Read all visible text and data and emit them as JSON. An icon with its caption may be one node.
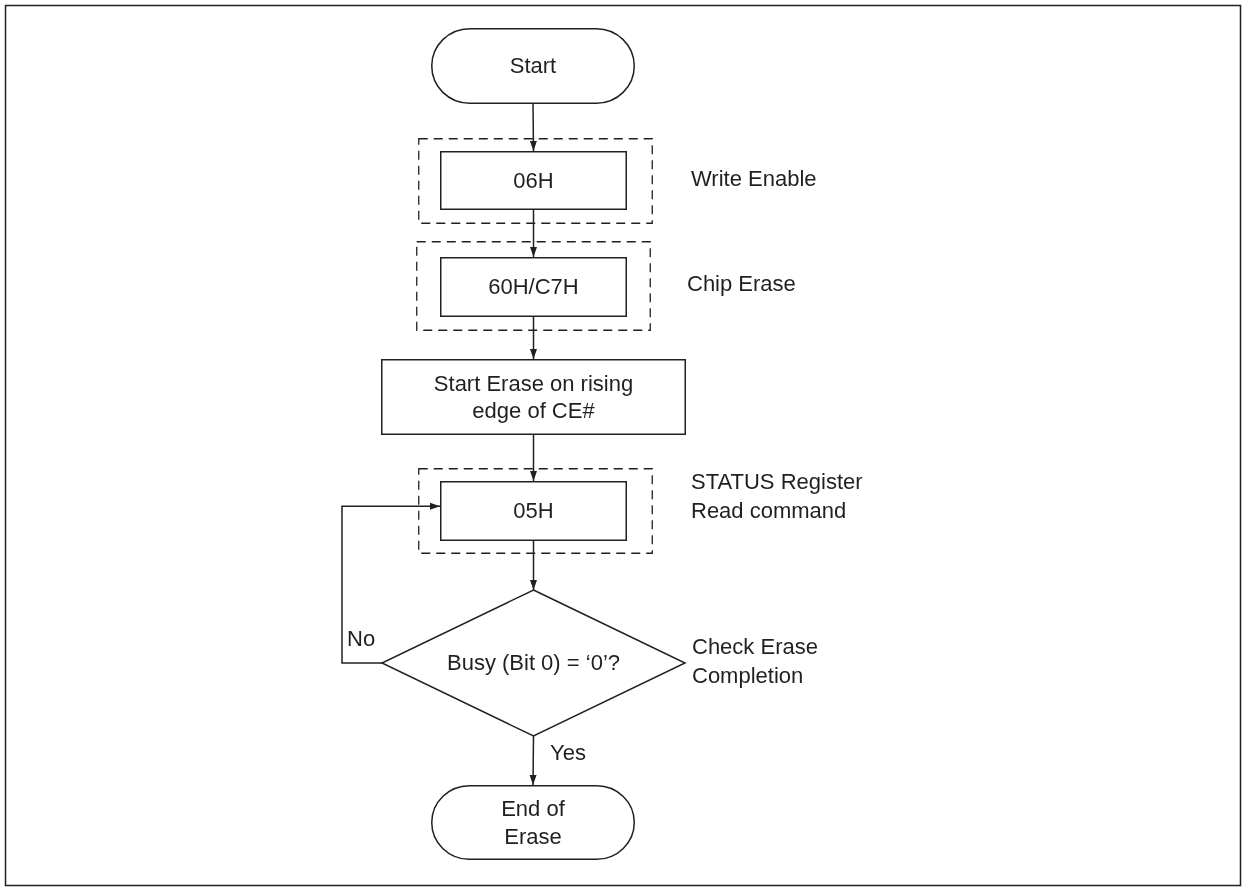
{
  "diagram": {
    "nodes": [
      {
        "text": [
          "Start"
        ]
      },
      {
        "text": [],
        "shape": "box",
        "beside": [
          "Write Enable"
        ]
      },
      {
        "text": [
          "06H"
        ],
        "in": 1
      },
      {
        "text": [],
        "shape": "box",
        "beside": [
          "Chip Erase"
        ]
      },
      {
        "text": [
          "60H/C7H"
        ],
        "in": 3
      },
      {
        "text": [
          "Start Erase on rising edge of CE#"
        ]
      },
      {
        "text": [],
        "shape": "box",
        "beside": [
          "STATUS Register Read command"
        ]
      },
      {
        "text": [
          "05H"
        ],
        "in": 6
      },
      {
        "text": [
          "Busy (Bit 0) = ‘0’?"
        ],
        "beside": [
          "Check Erase Completion"
        ]
      },
      {
        "text": [
          "End of Erase"
        ]
      }
    ],
    "edges": [
      {
        "from": 0,
        "to": 2,
        "arrow": "to"
      },
      {
        "from": 2,
        "to": 4,
        "arrow": "to"
      },
      {
        "from": 4,
        "to": 5,
        "arrow": "to"
      },
      {
        "from": 5,
        "to": 7,
        "arrow": "to"
      },
      {
        "from": 7,
        "to": 8,
        "arrow": "to"
      },
      {
        "from": 8,
        "to": 7,
        "arrow": "to",
        "label": "No"
      },
      {
        "from": 8,
        "to": 9,
        "arrow": "to",
        "label": "Yes"
      }
    ]
  }
}
